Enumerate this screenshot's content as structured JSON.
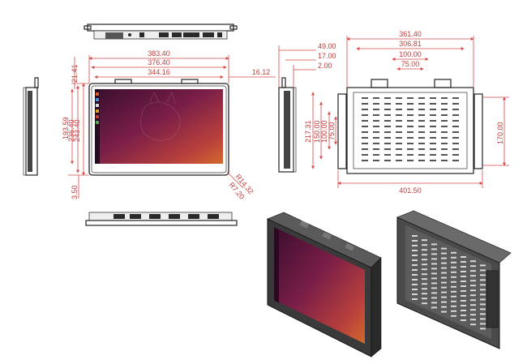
{
  "drawing": {
    "front_widths": [
      "383.40",
      "376.40",
      "344.16"
    ],
    "front_offset_right": "16.12",
    "front_offset_top": "21.41",
    "front_heights": [
      "243.40",
      "236.40",
      "193.59"
    ],
    "front_offset_bottom": "3.50",
    "corner_radii": [
      "R14.32",
      "R7.20"
    ],
    "side_depths": [
      "49.00",
      "17.00",
      "2.00"
    ],
    "back_widths": [
      "361.40",
      "306.81",
      "100.00",
      "75.00"
    ],
    "back_overall_width": "401.50",
    "back_heights": [
      "217.31",
      "150.00",
      "100.00",
      "75.00"
    ],
    "back_bracket_height": "170.00"
  }
}
